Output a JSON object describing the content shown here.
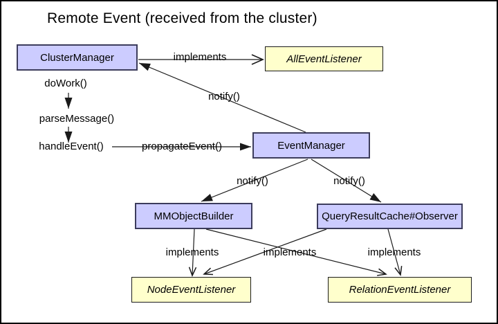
{
  "title": "Remote Event (received from the cluster)",
  "nodes": {
    "cluster_manager": {
      "label": "ClusterManager",
      "type": "class"
    },
    "all_event_listener": {
      "label": "AllEventListener",
      "type": "interface"
    },
    "event_manager": {
      "label": "EventManager",
      "type": "class"
    },
    "mm_object_builder": {
      "label": "MMObjectBuilder",
      "type": "class"
    },
    "query_result_cache": {
      "label": "QueryResultCache#Observer",
      "type": "class"
    },
    "node_event_listener": {
      "label": "NodeEventListener",
      "type": "interface"
    },
    "relation_event_listener": {
      "label": "RelationEventListener",
      "type": "interface"
    }
  },
  "edge_labels": {
    "do_work": "doWork()",
    "parse_message": "parseMessage()",
    "handle_event": "handleEvent()",
    "propagate_event": "propagateEvent()",
    "implements_top": "implements",
    "notify_top": "notify()",
    "notify_left": "notify()",
    "notify_right": "notify()",
    "implements_left": "implements",
    "implements_middle": "implements",
    "implements_right": "implements"
  },
  "colors": {
    "class_fill": "#ccccff",
    "class_border": "#3c3c5c",
    "interface_fill": "#ffffcc",
    "interface_border": "#1a1a1a",
    "line": "#1a1a1a",
    "background": "#ffffff",
    "frame": "#000000",
    "text": "#000000"
  }
}
